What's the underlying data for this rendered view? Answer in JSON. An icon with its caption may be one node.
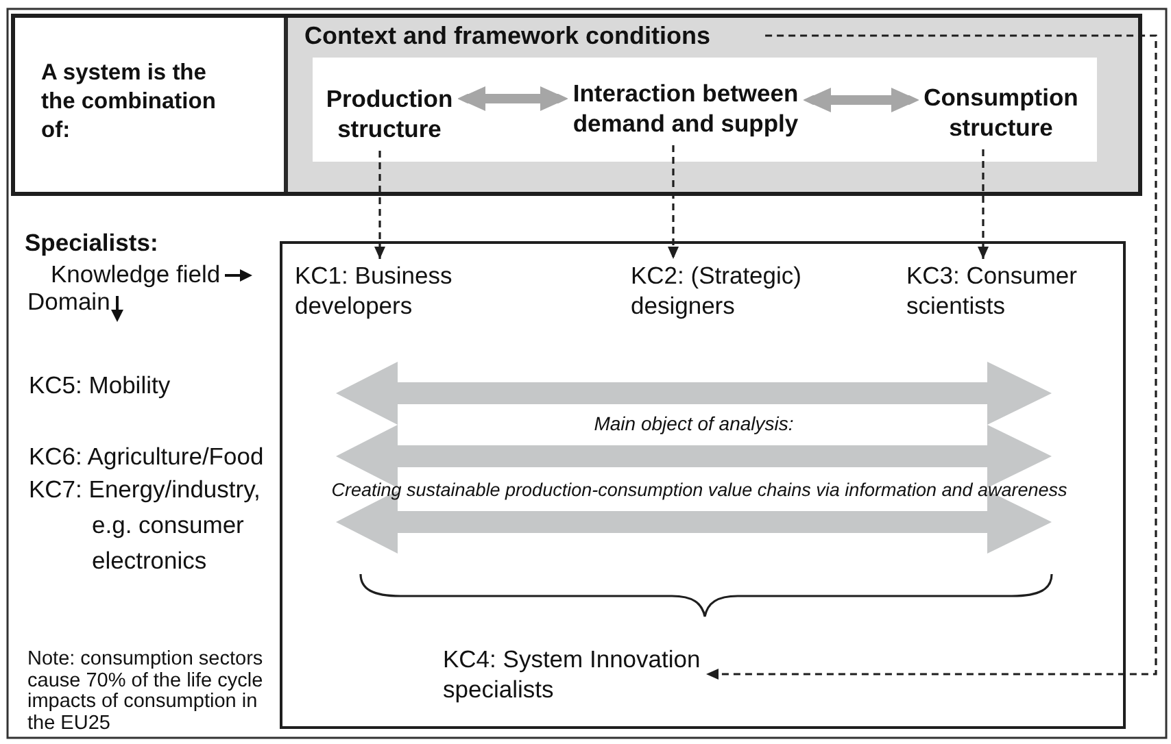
{
  "diagram": {
    "nodes": [
      {
        "text": [
          "A system is the the combination of:"
        ]
      },
      {
        "text": [
          "Context and framework conditions"
        ],
        "in": 0
      },
      {
        "text": [],
        "shape": "box",
        "in": 1
      },
      {
        "text": [
          "Production structure"
        ],
        "in": 2
      },
      {
        "text": [
          "Interaction between demand and supply"
        ],
        "in": 2
      },
      {
        "text": [
          "Consumption structure"
        ],
        "in": 2
      },
      {
        "text": [],
        "shape": "box"
      },
      {
        "text": [
          "KC1: Business developers"
        ],
        "in": 6
      },
      {
        "text": [
          "KC2: (Strategic) designers"
        ],
        "in": 6
      },
      {
        "text": [
          "KC3: Consumer scientists"
        ],
        "in": 6
      },
      {
        "text": [
          "KC4: System Innovation specialists"
        ],
        "in": 6
      }
    ],
    "edges": [
      {
        "from": 3,
        "to": 4,
        "arrow": "both",
        "style": "thick",
        "color": "#a6a6a6"
      },
      {
        "from": 4,
        "to": 5,
        "arrow": "both",
        "style": "thick",
        "color": "#a6a6a6"
      },
      {
        "from": 3,
        "to": 7,
        "arrow": "to",
        "style": "dashed"
      },
      {
        "from": 4,
        "to": 8,
        "arrow": "to",
        "style": "dashed"
      },
      {
        "from": 5,
        "to": 9,
        "arrow": "to",
        "style": "dashed"
      },
      {
        "from": 1,
        "to": 10,
        "arrow": "to",
        "style": "dashed"
      }
    ],
    "labels": [
      "Specialists:",
      "Knowledge field",
      "Domain",
      "KC5: Mobility",
      "KC6: Agriculture/Food",
      "KC7: Energy/industry, e.g. consumer electronics",
      "Note: consumption sectors cause 70% of the life cycle impacts of consumption in the EU25",
      "Main object of analysis:",
      "Creating sustainable production-consumption value chains via information and awareness"
    ]
  }
}
